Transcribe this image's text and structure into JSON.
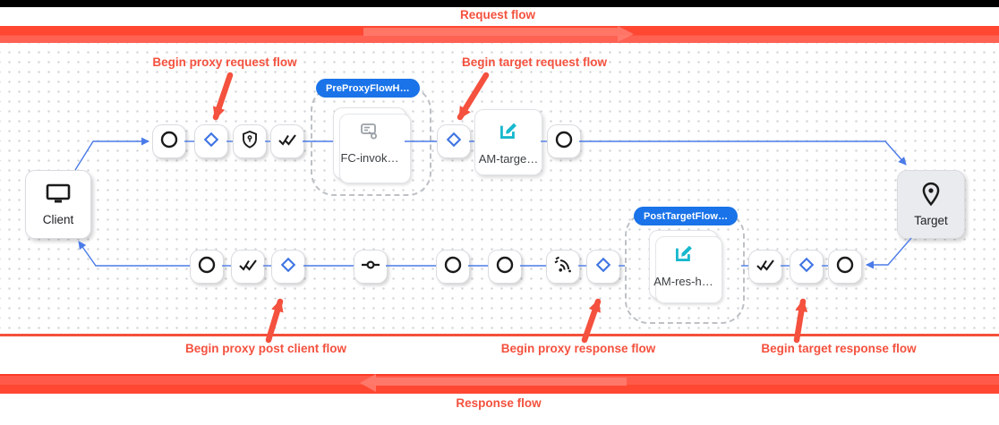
{
  "banners": {
    "request": "Request flow",
    "response": "Response flow"
  },
  "annotations": {
    "begin_proxy_request": "Begin proxy request flow",
    "begin_target_request": "Begin target request flow",
    "begin_proxy_post_client": "Begin proxy post client flow",
    "begin_proxy_response": "Begin proxy response flow",
    "begin_target_response": "Begin target response flow"
  },
  "endpoints": {
    "client": "Client",
    "target": "Target"
  },
  "groups": {
    "pre_proxy": {
      "badge": "PreProxyFlowH…",
      "policy": "FC-invok…"
    },
    "post_target": {
      "badge": "PostTargetFlow…",
      "policy": "AM-res-h…"
    }
  },
  "policies": {
    "am_target": "AM-targe…"
  },
  "icons": {
    "client": "monitor-icon",
    "target": "place-pin-icon",
    "flow_step": "circle-icon",
    "flow_condition": "diamond-icon",
    "security": "shield-key-icon",
    "verify": "double-check-icon",
    "route": "commit-node-icon",
    "broadcast": "signal-waves-icon",
    "policy_edit": "edit-square-icon",
    "flow_callout": "flow-callout-icon"
  },
  "colors": {
    "annotation_red": "#f4513e",
    "band_red": "#ff4732",
    "band_red_light": "#ff7f71",
    "badge_blue": "#1a73e8",
    "edge_blue": "#4b7be8",
    "icon_teal": "#17b8ce",
    "node_border": "#d9dbdf",
    "target_fill": "#e9ebee"
  }
}
